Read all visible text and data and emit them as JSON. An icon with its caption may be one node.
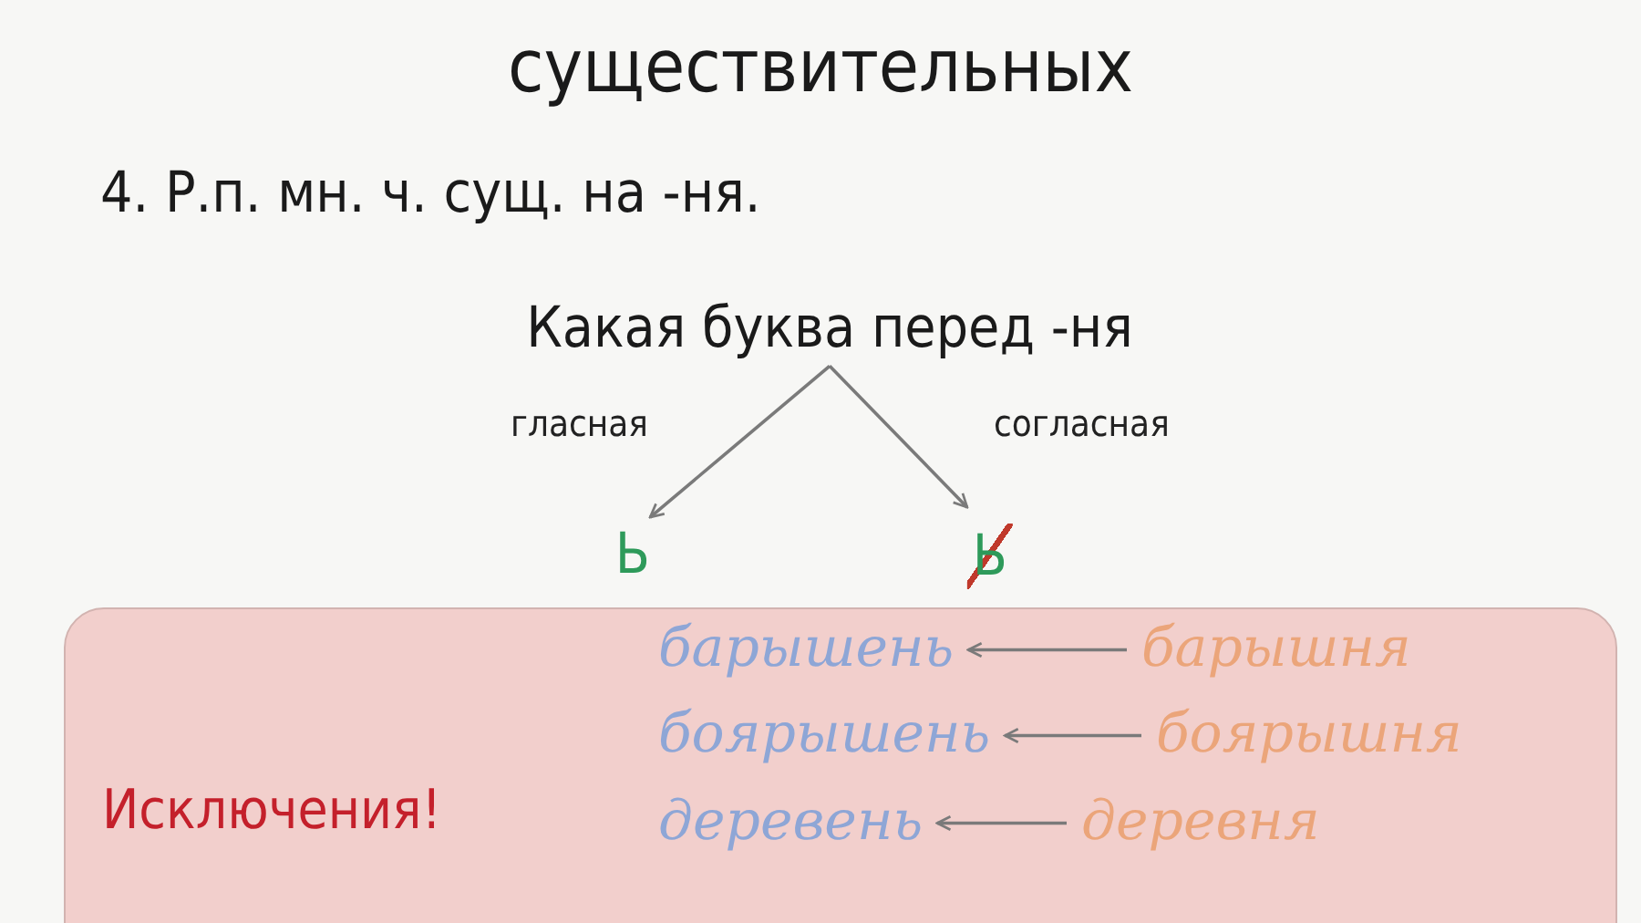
{
  "diagram": {
    "title": "существительных",
    "nodes": [
      {
        "text": [
          "Какая буква перед -ня"
        ]
      },
      {
        "text": [
          "Ь"
        ]
      },
      {
        "text": [
          "Ь"
        ]
      },
      {
        "text": [
          "Исключения!"
        ]
      },
      {
        "text": [
          "барышень"
        ],
        "in": 3
      },
      {
        "text": [
          "барышня"
        ],
        "in": 3
      },
      {
        "text": [
          "боярышень"
        ],
        "in": 3
      },
      {
        "text": [
          "боярышня"
        ],
        "in": 3
      },
      {
        "text": [
          "деревень"
        ],
        "in": 3
      },
      {
        "text": [
          "деревня"
        ],
        "in": 3
      }
    ],
    "edges": [
      {
        "from": 0,
        "to": 1,
        "arrow": "to",
        "label": "гласная"
      },
      {
        "from": 0,
        "to": 2,
        "arrow": "to",
        "label": "согласная"
      },
      {
        "from": 5,
        "to": 4,
        "arrow": "to"
      },
      {
        "from": 7,
        "to": 6,
        "arrow": "to"
      },
      {
        "from": 9,
        "to": 8,
        "arrow": "to"
      }
    ],
    "labels": [
      "4. Р.п. мн. ч. сущ. на -ня."
    ]
  }
}
